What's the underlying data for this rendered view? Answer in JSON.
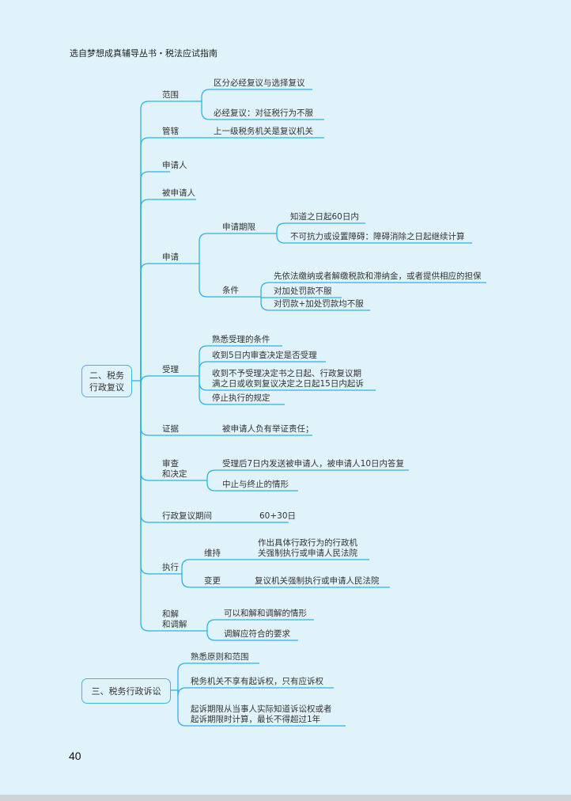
{
  "header": "选自梦想成真辅导丛书・税法应试指南",
  "page_number": "40",
  "colors": {
    "line": "#2ab3e8",
    "background": "#e1f3fa"
  },
  "section2": {
    "title": "二、税务\n行政复议",
    "branches": [
      {
        "label": "范围",
        "children": [
          "区分必经复议与选择复议",
          "必经复议：对征税行为不服"
        ]
      },
      {
        "label": "管辖",
        "children": [
          "上一级税务机关是复议机关"
        ]
      },
      {
        "label": "申请人",
        "children": []
      },
      {
        "label": "被申请人",
        "children": []
      },
      {
        "label": "申请",
        "children": [
          {
            "label": "申请期限",
            "children": [
              "知道之日起60日内",
              "不可抗力或设置障碍：障碍消除之日起继续计算"
            ]
          },
          {
            "label": "条件",
            "children": [
              "先依法缴纳或者解缴税款和滞纳金，或者提供相应的担保",
              "对加处罚款不服",
              "对罚款+加处罚款均不服"
            ]
          }
        ]
      },
      {
        "label": "受理",
        "children": [
          "熟悉受理的条件",
          "收到5日内审查决定是否受理",
          "收到不予受理决定书之日起、行政复议期\n满之日或收到复议决定之日起15日内起诉",
          "停止执行的规定"
        ]
      },
      {
        "label": "证据",
        "children": [
          "被申请人负有举证责任；"
        ]
      },
      {
        "label": "审查\n和决定",
        "children": [
          "受理后7日内发送被申请人，被申请人10日内答复",
          "中止与终止的情形"
        ]
      },
      {
        "label": "行政复议期间",
        "children": [
          "60+30日"
        ]
      },
      {
        "label": "执行",
        "children": [
          {
            "label": "维持",
            "children": [
              "作出具体行政行为的行政机\n关强制执行或申请人民法院"
            ]
          },
          {
            "label": "变更",
            "children": [
              "复议机关强制执行或申请人民法院"
            ]
          }
        ]
      },
      {
        "label": "和解\n和调解",
        "children": [
          "可以和解和调解的情形",
          "调解应符合的要求"
        ]
      }
    ]
  },
  "section3": {
    "title": "三、税务行政诉讼",
    "children": [
      "熟悉原则和范围",
      "税务机关不享有起诉权，只有应诉权",
      "起诉期限从当事人实际知道诉讼权或者\n起诉期限时计算，最长不得超过1年"
    ]
  }
}
